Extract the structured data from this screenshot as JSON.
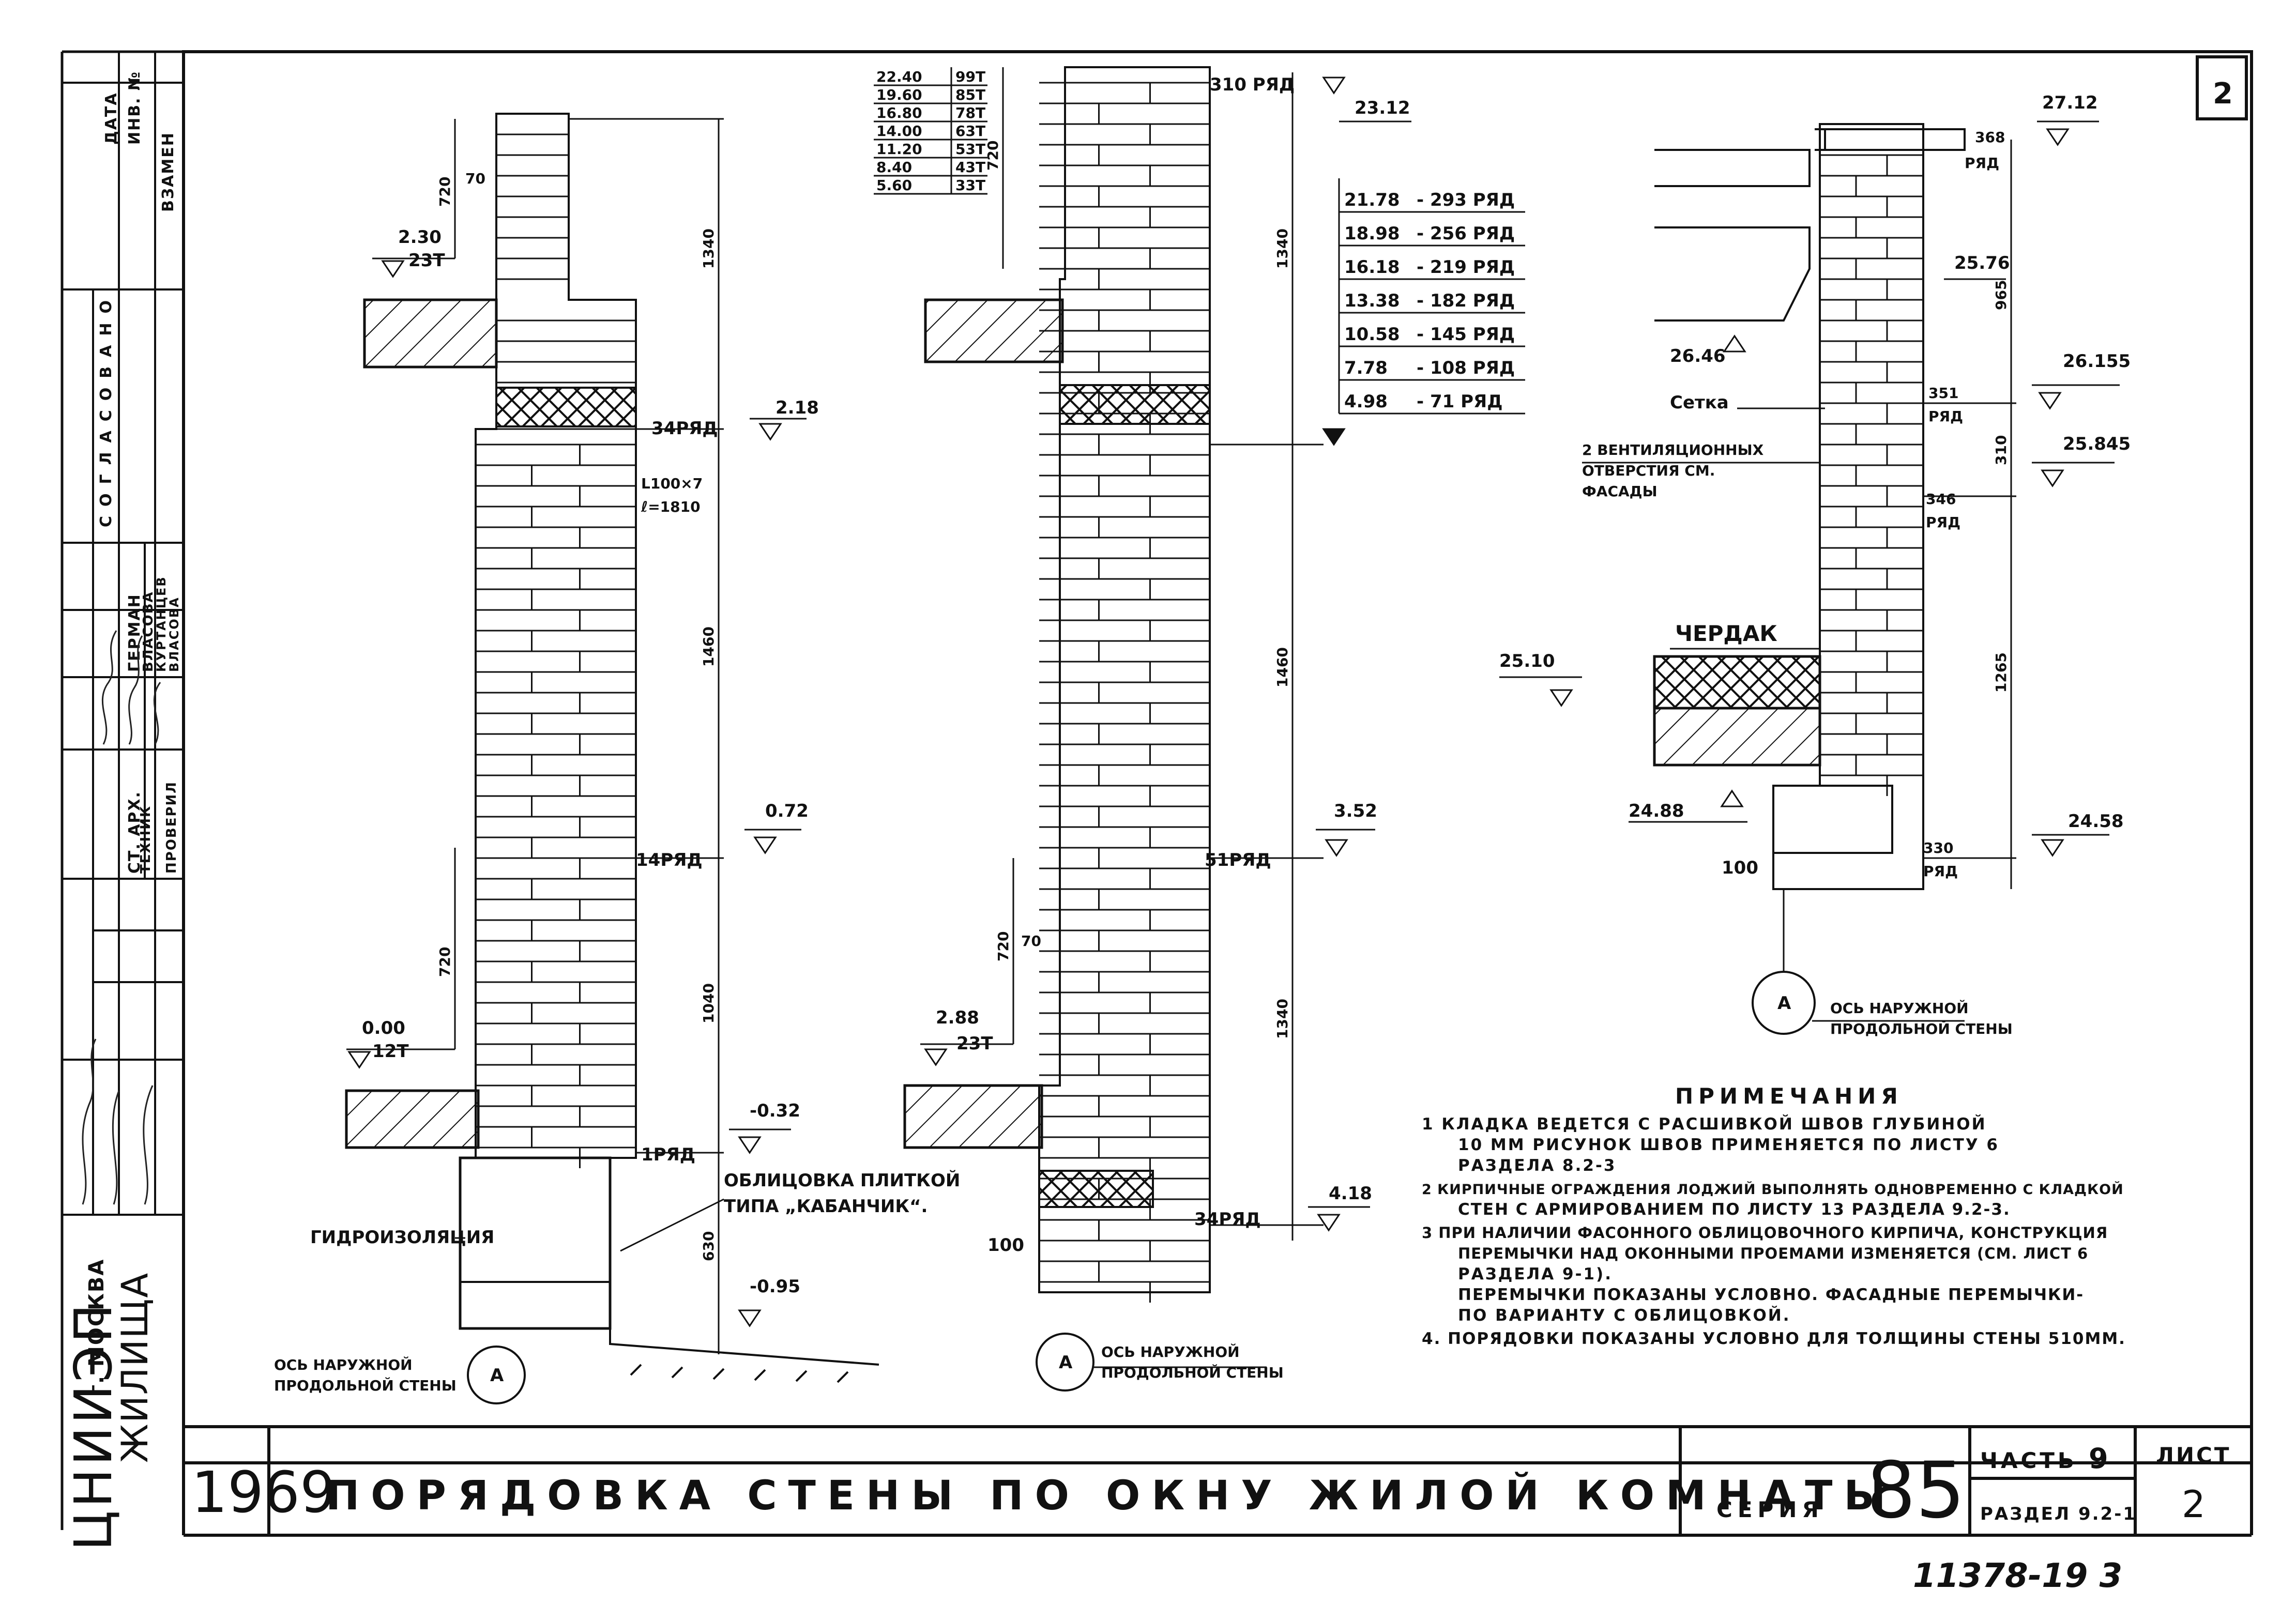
{
  "sheet_number": "2",
  "title_block": {
    "year": "1969",
    "title": "ПОРЯДОВКА СТЕНЫ ПО ОКНУ ЖИЛОЙ КОМНАТЫ",
    "series_label": "СЕРИЯ",
    "series_number": "85",
    "part_label": "ЧАСТЬ",
    "part_value": "9",
    "section_label": "РАЗДЕЛ 9.2-1",
    "sheet_label": "ЛИСТ",
    "sheet_value": "2"
  },
  "archive_number": "11378-19 3",
  "left_stamp": {
    "institute": "ЦНИИЭП",
    "institute_sub": "ЖИЛИЩА",
    "city": "г. МОСКВА",
    "agreed": "СОГЛАСОВАНО",
    "vzamen": "ВЗАМЕН",
    "inv_no": "ИНВ. №",
    "date": "ДАТА",
    "roles": [
      "СТ. АРХ.",
      "ТЕХНИК",
      "ПРОВЕРИЛ"
    ],
    "names": [
      "ГЕРМАН",
      "ВЛАСОВА",
      "КУРТАНЦЕВ",
      "ВЛАСОВА"
    ]
  },
  "section_a": {
    "top_dim": "720",
    "lintel_mark": "2.30",
    "lintel_rows": "23Т",
    "small_70": "70",
    "row34": "34РЯД",
    "lvl_218": "2.18",
    "angle": "L100×7",
    "angle_len": "ℓ=1810",
    "dim_1340": "1340",
    "dim_1460": "1460",
    "row14": "14РЯД",
    "lvl_072": "0.72",
    "dim_720b": "720",
    "dim_1040": "1040",
    "lvl_000": "0.00",
    "rows_12": "12Т",
    "row1": "1РЯД",
    "lvl_m032": "-0.32",
    "waterproof": "ГИДРОИЗОЛЯЦИЯ",
    "facing": "ОБЛИЦОВКА ПЛИТКОЙ",
    "facing2": "ТИПА „КАБАНЧИК“.",
    "dim_630": "630",
    "lvl_m095": "-0.95",
    "axis": "ОСЬ НАРУЖНОЙ",
    "axis2": "ПРОДОЛЬНОЙ СТЕНЫ",
    "axis_letter": "А"
  },
  "section_b": {
    "level_table": [
      [
        "22.40",
        "99Т"
      ],
      [
        "19.60",
        "85Т"
      ],
      [
        "16.80",
        "78Т"
      ],
      [
        "14.00",
        "63Т"
      ],
      [
        "11.20",
        "53Т"
      ],
      [
        "8.40",
        "43Т"
      ],
      [
        "5.60",
        "33Т"
      ]
    ],
    "top_dim": "720",
    "row_310": "310 РЯД",
    "lvl_2312": "23.12",
    "row_table": [
      [
        "21.78",
        "- 293 РЯД"
      ],
      [
        "18.98",
        "- 256 РЯД"
      ],
      [
        "16.18",
        "- 219 РЯД"
      ],
      [
        "13.38",
        "- 182 РЯД"
      ],
      [
        "10.58",
        "- 145 РЯД"
      ],
      [
        "7.78",
        "- 108 РЯД"
      ],
      [
        "4.98",
        "- 71 РЯД"
      ]
    ],
    "dim_1340": "1340",
    "dim_1460": "1460",
    "row51": "51РЯД",
    "lvl_352": "3.52",
    "dim_720b": "720",
    "small_70": "70",
    "dim_1340b": "1340",
    "lvl_288": "2.88",
    "rows_23": "23Т",
    "row34": "34РЯД",
    "lvl_418": "4.18",
    "dim_100": "100",
    "axis": "ОСЬ НАРУЖНОЙ",
    "axis2": "ПРОДОЛЬНОЙ СТЕНЫ",
    "axis_letter": "А"
  },
  "section_c": {
    "row_368": "368",
    "row_368b": "РЯД",
    "lvl_2712": "27.12",
    "lvl_2576": "25.76",
    "dim_965": "965",
    "lvl_2646": "26.46",
    "lvl_26155": "26.155",
    "mesh": "Сетка",
    "row_351": "351",
    "row_351b": "РЯД",
    "vent": "2 ВЕНТИЛЯЦИОННЫХ",
    "vent2": "ОТВЕРСТИЯ СМ.",
    "vent3": "ФАСАДЫ",
    "dim_310": "310",
    "lvl_25845": "25.845",
    "row_346": "346",
    "row_346b": "РЯД",
    "attic": "ЧЕРДАК",
    "lvl_2510": "25.10",
    "dim_1265": "1265",
    "lvl_2488": "24.88",
    "lvl_2458": "24.58",
    "row_330": "330",
    "row_330b": "РЯД",
    "dim_100": "100",
    "axis": "ОСЬ НАРУЖНОЙ",
    "axis2": "ПРОДОЛЬНОЙ СТЕНЫ",
    "axis_letter": "А"
  },
  "notes": {
    "heading": "ПРИМЕЧАНИЯ",
    "lines": [
      "1  КЛАДКА ВЕДЕТСЯ С РАСШИВКОЙ ШВОВ ГЛУБИНОЙ",
      "10 ММ РИСУНОК ШВОВ ПРИМЕНЯЕТСЯ ПО ЛИСТУ 6",
      "РАЗДЕЛА 8.2-3",
      "2  КИРПИЧНЫЕ ОГРАЖДЕНИЯ ЛОДЖИЙ ВЫПОЛНЯТЬ ОДНОВРЕМЕННО С КЛАДКОЙ",
      "СТЕН С АРМИРОВАНИЕМ ПО ЛИСТУ 13 РАЗДЕЛА 9.2-3.",
      "3  ПРИ НАЛИЧИИ ФАСОННОГО ОБЛИЦОВОЧНОГО КИРПИЧА, КОНСТРУКЦИЯ",
      "ПЕРЕМЫЧКИ НАД ОКОННЫМИ ПРОЕМАМИ ИЗМЕНЯЕТСЯ (СМ. ЛИСТ 6",
      "РАЗДЕЛА 9-1).",
      "ПЕРЕМЫЧКИ ПОКАЗАНЫ УСЛОВНО. ФАСАДНЫЕ ПЕРЕМЫЧКИ-",
      "ПО ВАРИАНТУ С ОБЛИЦОВКОЙ.",
      "4.  ПОРЯДОВКИ ПОКАЗАНЫ УСЛОВНО ДЛЯ ТОЛЩИНЫ СТЕНЫ 510ММ."
    ]
  },
  "colors": {
    "ink": "#111111",
    "paper": "#ffffff"
  }
}
